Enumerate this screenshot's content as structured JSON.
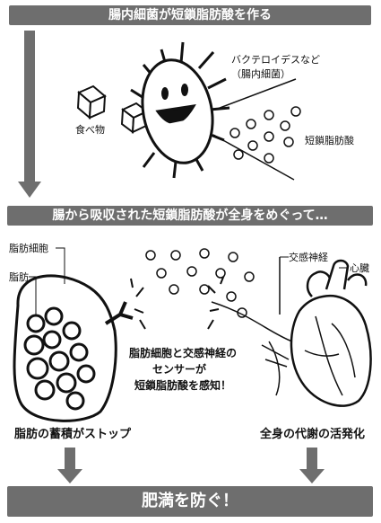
{
  "banners": {
    "top": "腸内細菌が短鎖脂肪酸を作る",
    "middle": "腸から吸収された短鎖脂肪酸が全身をめぐって…",
    "bottom": "肥満を防ぐ！"
  },
  "labels": {
    "bacteria_line1": "バクテロイデスなど",
    "bacteria_line2": "（腸内細菌）",
    "food": "食べ物",
    "scfa": "短鎖脂肪酸",
    "fat_cell": "脂肪細胞",
    "fat": "脂肪",
    "sympathetic_nerve": "交感神経",
    "heart": "心臓",
    "sensor_line1": "脂肪細胞と交感神経の",
    "sensor_line2": "センサーが",
    "sensor_line3": "短鎖脂肪酸を感知！",
    "fat_stop": "脂肪の蓄積がストップ",
    "metabolism": "全身の代謝の活発化"
  },
  "colors": {
    "banner": "#6e6e6e",
    "arrow": "#6e6e6e",
    "line": "#111111"
  },
  "icons": [
    "bacteria-icon",
    "food-cube-icon",
    "fat-cell-icon",
    "heart-icon",
    "receptor-icon"
  ]
}
